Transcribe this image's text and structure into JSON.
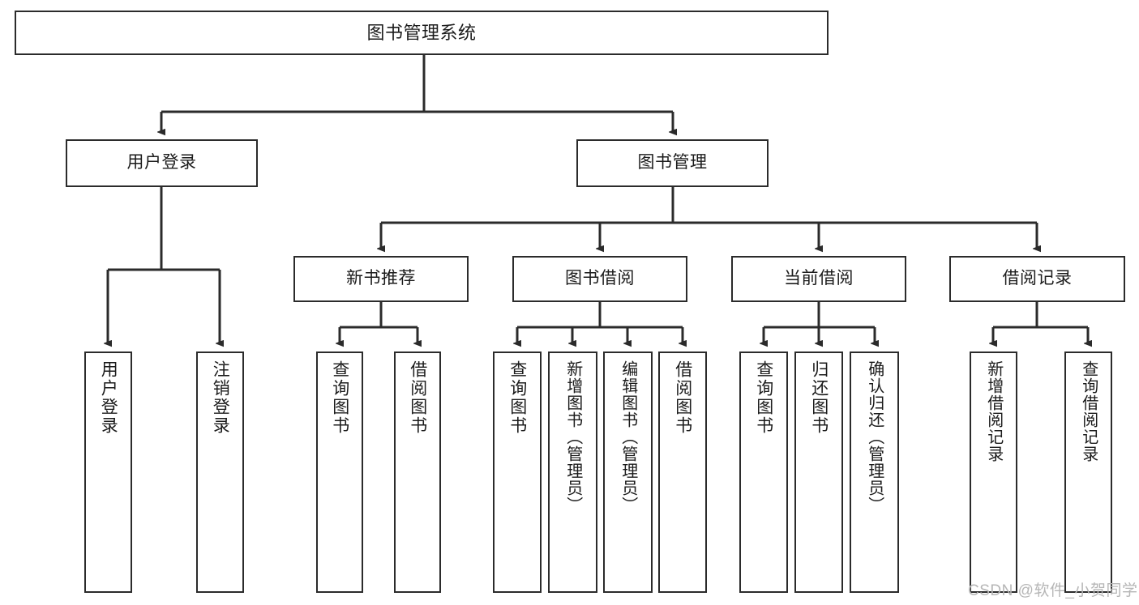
{
  "diagram": {
    "type": "tree",
    "title": "图书管理系统",
    "root": {
      "label": "图书管理系统"
    },
    "level2": [
      {
        "label": "用户登录"
      },
      {
        "label": "图书管理"
      }
    ],
    "level3": [
      {
        "label": "新书推荐"
      },
      {
        "label": "图书借阅"
      },
      {
        "label": "当前借阅"
      },
      {
        "label": "借阅记录"
      }
    ],
    "leaves": {
      "user_login": [
        {
          "label": "用户登录"
        },
        {
          "label": "注销登录"
        }
      ],
      "new_book_recommend": [
        {
          "label": "查询图书"
        },
        {
          "label": "借阅图书"
        }
      ],
      "book_borrow": [
        {
          "label": "查询图书"
        },
        {
          "label": "新增图书（管理员）"
        },
        {
          "label": "编辑图书（管理员）"
        },
        {
          "label": "借阅图书"
        }
      ],
      "current_borrow": [
        {
          "label": "查询图书"
        },
        {
          "label": "归还图书"
        },
        {
          "label": "确认归还（管理员）"
        }
      ],
      "borrow_records": [
        {
          "label": "新增借阅记录"
        },
        {
          "label": "查询借阅记录"
        }
      ]
    },
    "watermark": "CSDN @软件_小贺同学",
    "colors": {
      "stroke": "#2b2b2b",
      "fill": "#ffffff",
      "text": "#1b1b1b",
      "watermark": "#b6b6b6"
    }
  }
}
